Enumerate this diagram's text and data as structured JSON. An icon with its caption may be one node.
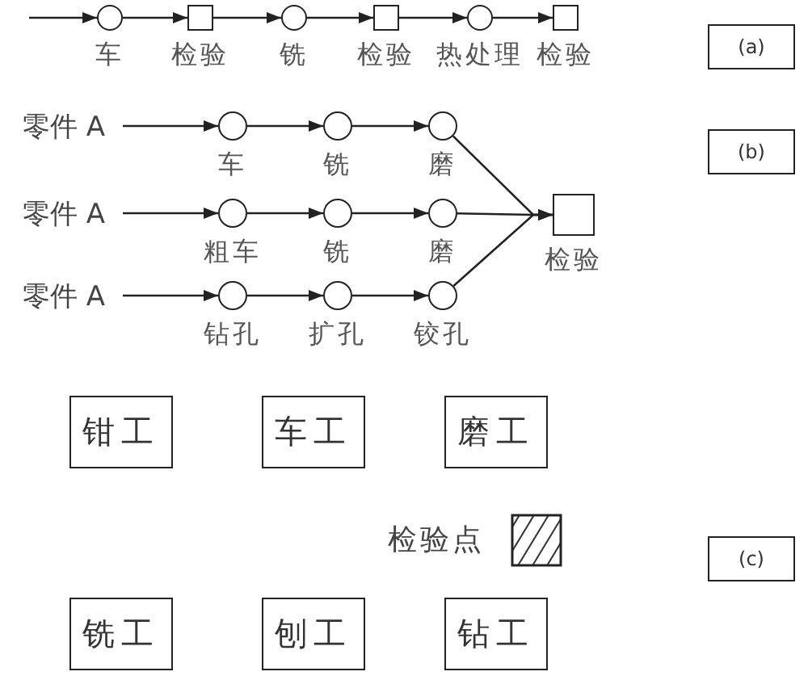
{
  "diagram": {
    "nodes": [
      {
        "text": [],
        "shape": "circle",
        "beside": [
          "车"
        ]
      },
      {
        "text": [],
        "shape": "box",
        "beside": [
          "检验"
        ]
      },
      {
        "text": [],
        "shape": "circle",
        "beside": [
          "铣"
        ]
      },
      {
        "text": [],
        "shape": "box",
        "beside": [
          "检验"
        ]
      },
      {
        "text": [],
        "shape": "circle",
        "beside": [
          "热处理"
        ]
      },
      {
        "text": [],
        "shape": "box",
        "beside": [
          "检验"
        ]
      },
      {
        "text": [
          "(a)"
        ]
      },
      {
        "text": [
          "零件 A"
        ]
      },
      {
        "text": [],
        "shape": "circle",
        "beside": [
          "车"
        ]
      },
      {
        "text": [],
        "shape": "circle",
        "beside": [
          "铣"
        ]
      },
      {
        "text": [],
        "shape": "circle",
        "beside": [
          "磨"
        ]
      },
      {
        "text": [
          "零件 A"
        ]
      },
      {
        "text": [],
        "shape": "circle",
        "beside": [
          "粗车"
        ]
      },
      {
        "text": [],
        "shape": "circle",
        "beside": [
          "铣"
        ]
      },
      {
        "text": [],
        "shape": "circle",
        "beside": [
          "磨"
        ]
      },
      {
        "text": [
          "零件 A"
        ]
      },
      {
        "text": [],
        "shape": "circle",
        "beside": [
          "钻孔"
        ]
      },
      {
        "text": [],
        "shape": "circle",
        "beside": [
          "扩孔"
        ]
      },
      {
        "text": [],
        "shape": "circle",
        "beside": [
          "铰孔"
        ]
      },
      {
        "text": [],
        "shape": "box",
        "beside": [
          "检验"
        ]
      },
      {
        "text": [
          "(b)"
        ]
      },
      {
        "text": [
          "钳工"
        ]
      },
      {
        "text": [
          "车工"
        ]
      },
      {
        "text": [
          "磨工"
        ]
      },
      {
        "text": [
          "铣工"
        ]
      },
      {
        "text": [
          "刨工"
        ]
      },
      {
        "text": [
          "钻工"
        ]
      },
      {
        "text": [
          "(c)"
        ]
      }
    ],
    "edges": [
      {
        "from": null,
        "to": 0,
        "arrow": "to"
      },
      {
        "from": 0,
        "to": 1,
        "arrow": "to"
      },
      {
        "from": 1,
        "to": 2,
        "arrow": "to"
      },
      {
        "from": 2,
        "to": 3,
        "arrow": "to"
      },
      {
        "from": 3,
        "to": 4,
        "arrow": "to"
      },
      {
        "from": 4,
        "to": 5,
        "arrow": "to"
      },
      {
        "from": 7,
        "to": 8,
        "arrow": "to"
      },
      {
        "from": 8,
        "to": 9,
        "arrow": "to"
      },
      {
        "from": 9,
        "to": 10,
        "arrow": "to"
      },
      {
        "from": 11,
        "to": 12,
        "arrow": "to"
      },
      {
        "from": 12,
        "to": 13,
        "arrow": "to"
      },
      {
        "from": 13,
        "to": 14,
        "arrow": "to"
      },
      {
        "from": 15,
        "to": 16,
        "arrow": "to"
      },
      {
        "from": 16,
        "to": 17,
        "arrow": "to"
      },
      {
        "from": 17,
        "to": 18,
        "arrow": "to"
      },
      {
        "from": 10,
        "to": 19,
        "arrow": "to"
      },
      {
        "from": 14,
        "to": 19,
        "arrow": "to"
      },
      {
        "from": 18,
        "to": 19,
        "arrow": "to"
      }
    ],
    "legend": [
      {
        "text": "检验点"
      }
    ]
  }
}
